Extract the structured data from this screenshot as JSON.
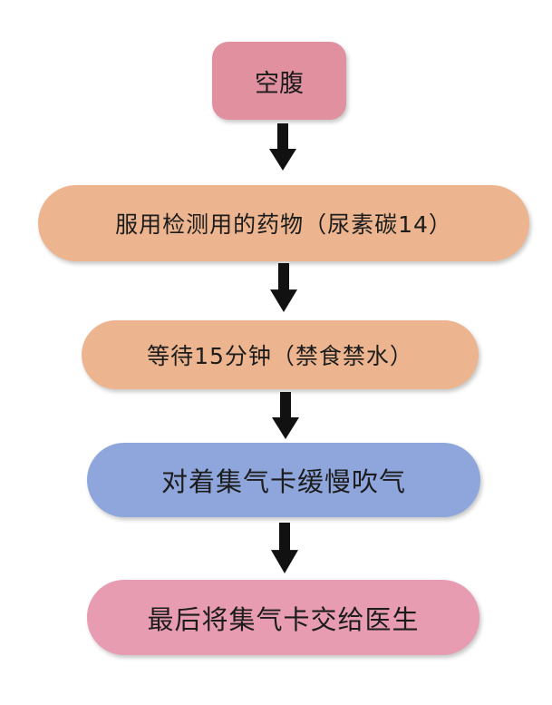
{
  "colors": {
    "pink": "#e0909f",
    "orange": "#edb58f",
    "blue": "#8fa6dd",
    "rose": "#e89cb1",
    "arrow": "#111111"
  },
  "steps": [
    {
      "label": "空腹",
      "color": "pink"
    },
    {
      "label": "服用检测用的药物（尿素碳14）",
      "color": "orange"
    },
    {
      "label": "等待15分钟（禁食禁水）",
      "color": "orange"
    },
    {
      "label": "对着集气卡缓慢吹气",
      "color": "blue"
    },
    {
      "label": "最后将集气卡交给医生",
      "color": "rose"
    }
  ]
}
